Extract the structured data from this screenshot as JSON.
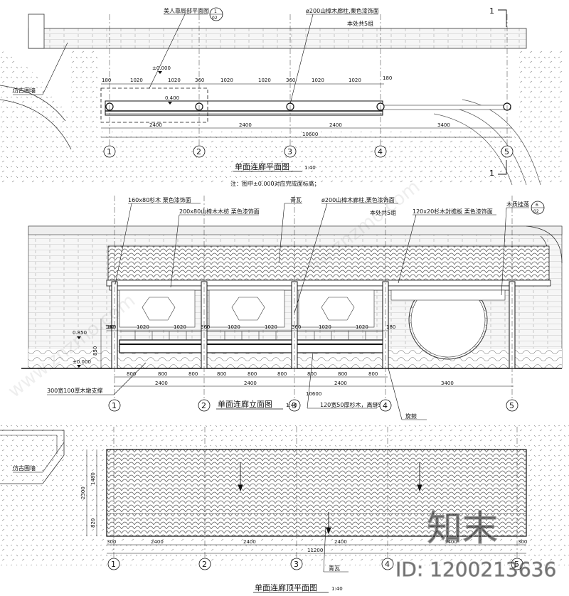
{
  "plan": {
    "title": "单面连廊平面图",
    "scale": "1:40",
    "note": "注：图中±0.000对应完成面标高；",
    "labels": {
      "detail_ref": "美人靠局部平面图",
      "detail_ref_num": "1",
      "detail_ref_sheet": "02",
      "column_note": "ø200山樟木廊柱,栗色漆饰面",
      "column_count": "本处共5组",
      "wall": "仿古围墙",
      "level_0": "±0.000",
      "level_400": "0.400",
      "section_mark": "1"
    },
    "dims_top": [
      "180",
      "1020",
      "1020",
      "360",
      "1020",
      "1020",
      "360",
      "1020",
      "1020",
      "180"
    ],
    "dims_bottom": [
      "2400",
      "2400",
      "2400",
      "3400"
    ],
    "dim_total": "10600",
    "grid_numbers": [
      "1",
      "2",
      "3",
      "4",
      "5"
    ]
  },
  "elevation": {
    "title": "单面连廊立面图",
    "scale": "1:40",
    "labels": {
      "rafter": "160x80杉木 栗色漆饰面",
      "beam": "200x80山樟木木枋 栗色漆饰面",
      "tile": "青瓦",
      "column": "ø200山樟木廊柱,栗色漆饰面",
      "column_count": "本处共5组",
      "fascia": "120x20杉木封檐板 栗色漆饰面",
      "hanging": "木质挂落",
      "hanging_ref_num": "6",
      "hanging_ref_sheet": "02",
      "level_850": "0.850",
      "level_0": "±0.000",
      "support": "300宽100厚木墩支撑",
      "bench": "120宽50厚杉木，离缝5",
      "drum": "旋鼓"
    },
    "dims_top": [
      "180",
      "1020",
      "1020",
      "360",
      "1020",
      "1020",
      "360",
      "1020",
      "1020",
      "180"
    ],
    "dims_small": [
      "800",
      "800",
      "800",
      "800",
      "800",
      "800",
      "800",
      "800",
      "800"
    ],
    "dims_bottom": [
      "2400",
      "2400",
      "2400",
      "3400"
    ],
    "dim_total": "10600",
    "height_dims": [
      "180",
      "850"
    ],
    "grid_numbers": [
      "1",
      "2",
      "3",
      "4",
      "5"
    ]
  },
  "roof": {
    "title": "单面连廊顶平面图",
    "scale": "1:40",
    "labels": {
      "wall": "仿古围墙",
      "tile": "青瓦"
    },
    "dims_side": [
      "1480",
      "820",
      "2300"
    ],
    "dims_bottom": [
      "300",
      "2400",
      "2400",
      "2400",
      "3400",
      "300"
    ],
    "dim_total": "11200",
    "grid_numbers": [
      "1",
      "2",
      "3",
      "4",
      "5"
    ]
  },
  "watermark": {
    "logo": "知末",
    "id_text": "ID: 1200213636",
    "url": "www.znzmo.com"
  }
}
